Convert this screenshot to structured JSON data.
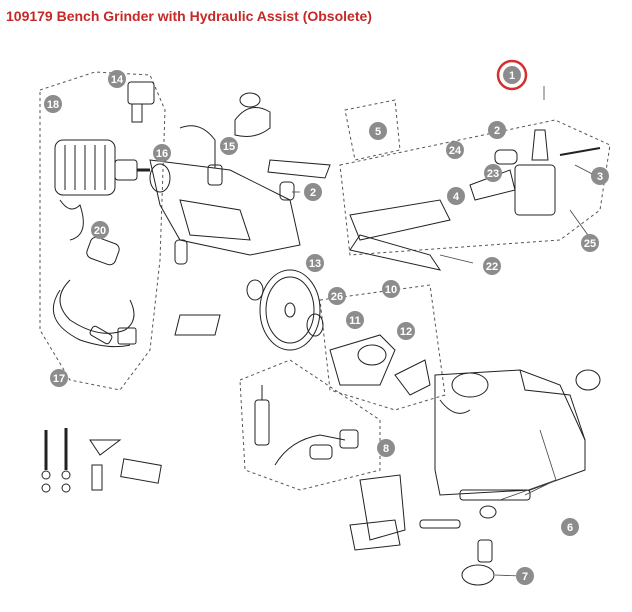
{
  "title": "109179 Bench Grinder with Hydraulic Assist (Obsolete)",
  "colors": {
    "title": "#c62828",
    "callout_fill": "#8c8c8c",
    "highlight_ring": "#d32f2f",
    "line": "#222222",
    "dashed_group": "#555555"
  },
  "callouts": [
    {
      "id": "c1",
      "label": "1",
      "highlighted": true
    },
    {
      "id": "c2a",
      "label": "2"
    },
    {
      "id": "c2b",
      "label": "2"
    },
    {
      "id": "c3",
      "label": "3"
    },
    {
      "id": "c4",
      "label": "4"
    },
    {
      "id": "c5",
      "label": "5"
    },
    {
      "id": "c6",
      "label": "6"
    },
    {
      "id": "c7",
      "label": "7"
    },
    {
      "id": "c8",
      "label": "8"
    },
    {
      "id": "c10",
      "label": "10"
    },
    {
      "id": "c11",
      "label": "11"
    },
    {
      "id": "c12",
      "label": "12"
    },
    {
      "id": "c13",
      "label": "13"
    },
    {
      "id": "c14",
      "label": "14"
    },
    {
      "id": "c15",
      "label": "15"
    },
    {
      "id": "c16",
      "label": "16"
    },
    {
      "id": "c17",
      "label": "17"
    },
    {
      "id": "c18",
      "label": "18"
    },
    {
      "id": "c20",
      "label": "20"
    },
    {
      "id": "c22",
      "label": "22"
    },
    {
      "id": "c23",
      "label": "23"
    },
    {
      "id": "c24",
      "label": "24"
    },
    {
      "id": "c25",
      "label": "25"
    },
    {
      "id": "c26",
      "label": "26"
    }
  ]
}
